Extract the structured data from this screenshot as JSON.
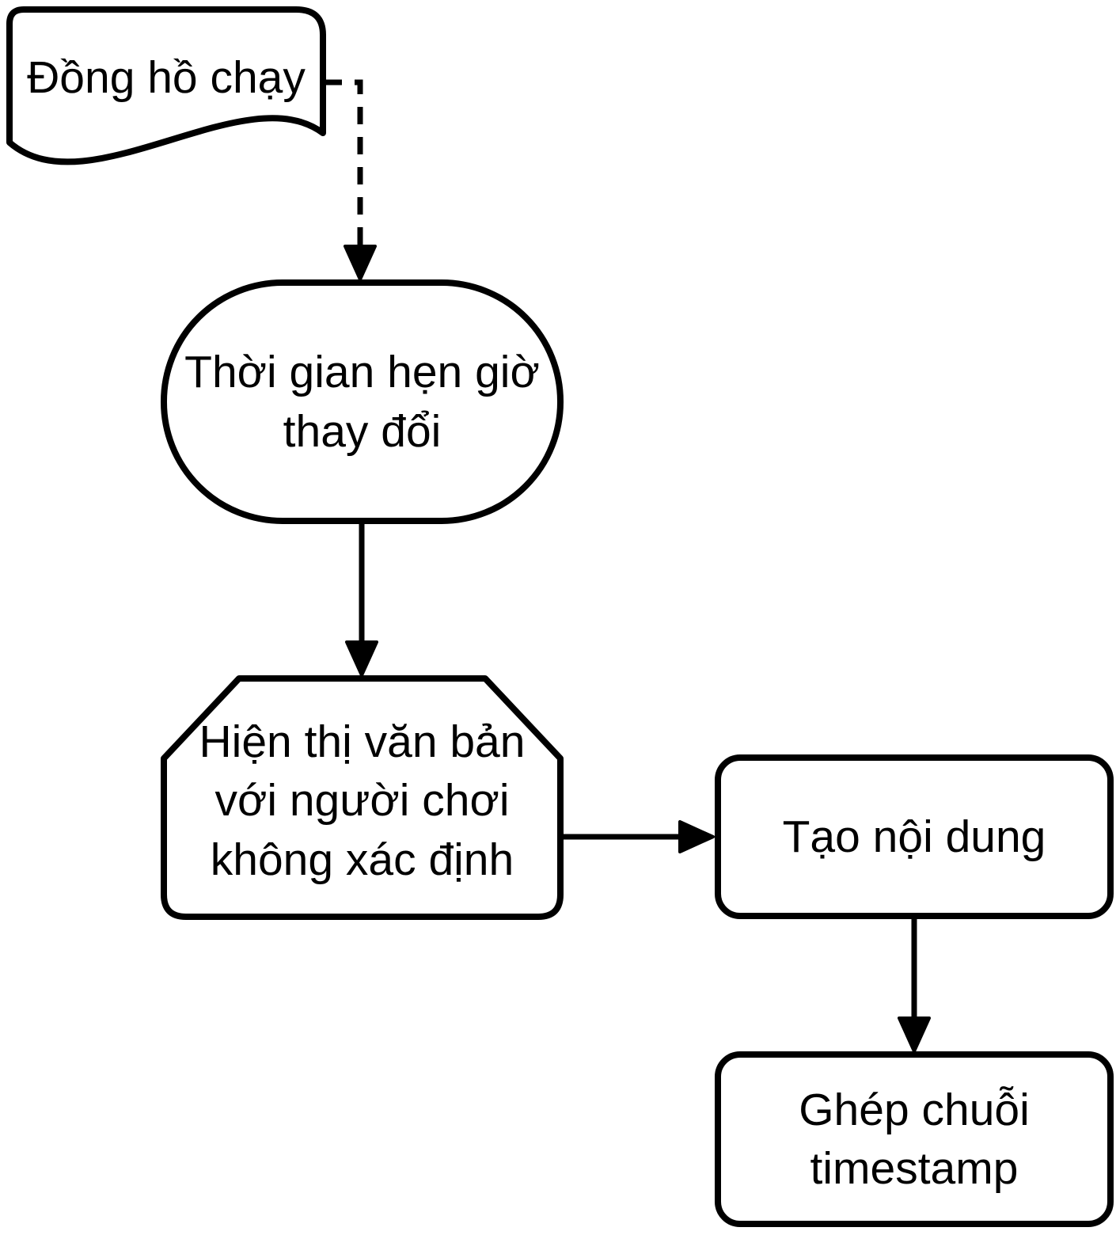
{
  "diagram": {
    "type": "flowchart",
    "colors": {
      "stroke": "#000000",
      "fill": "#ffffff",
      "text": "#000000"
    },
    "nodes": {
      "document": {
        "shape": "document",
        "label": "Đồng hồ chạy"
      },
      "timer_event": {
        "shape": "terminator",
        "label": "Thời gian hẹn giờ\nthay đổi"
      },
      "display_text": {
        "shape": "loop-limit",
        "label": "Hiện thị văn bản\nvới người chơi\nkhông xác định"
      },
      "create_content": {
        "shape": "process",
        "label": "Tạo nội dung"
      },
      "concat_timestamp": {
        "shape": "process",
        "label": "Ghép chuỗi\ntimestamp"
      }
    },
    "edges": [
      {
        "from": "document",
        "to": "timer_event",
        "style": "dashed"
      },
      {
        "from": "timer_event",
        "to": "display_text",
        "style": "solid"
      },
      {
        "from": "display_text",
        "to": "create_content",
        "style": "solid"
      },
      {
        "from": "create_content",
        "to": "concat_timestamp",
        "style": "solid"
      }
    ]
  }
}
